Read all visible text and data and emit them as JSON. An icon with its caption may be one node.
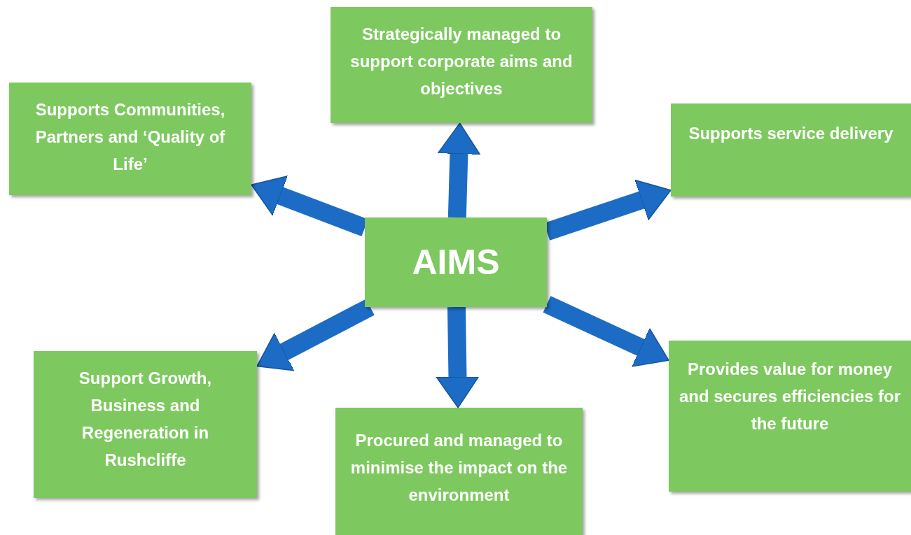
{
  "diagram": {
    "nodes": [
      {
        "text": [
          "Strategically managed to support corporate aims and objectives"
        ]
      },
      {
        "text": [
          "Supports Communities, Partners and ‘Quality of Life’"
        ]
      },
      {
        "text": [
          "Supports service delivery"
        ]
      },
      {
        "text": [
          "AIMS"
        ]
      },
      {
        "text": [
          "Support Growth, Business and Regeneration in Rushcliffe"
        ]
      },
      {
        "text": [
          "Procured and managed to minimise the impact on the environment"
        ]
      },
      {
        "text": [
          "Provides value for money and secures efficiencies for the future"
        ]
      }
    ],
    "edges": [
      {
        "from": 3,
        "to": 0,
        "arrow": "to"
      },
      {
        "from": 3,
        "to": 1,
        "arrow": "to"
      },
      {
        "from": 3,
        "to": 2,
        "arrow": "to"
      },
      {
        "from": 3,
        "to": 4,
        "arrow": "to"
      },
      {
        "from": 3,
        "to": 5,
        "arrow": "to"
      },
      {
        "from": 3,
        "to": 6,
        "arrow": "to"
      }
    ]
  }
}
